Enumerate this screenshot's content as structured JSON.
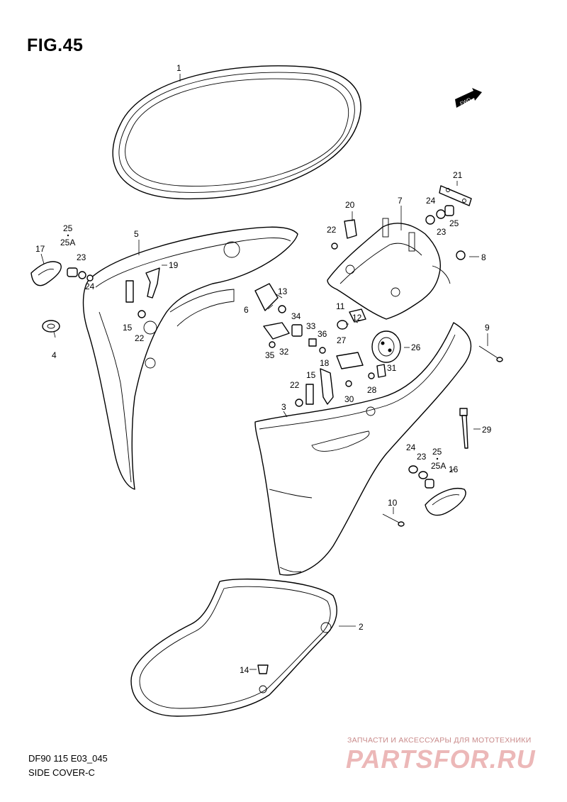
{
  "figure": {
    "title": "FIG.45",
    "code": "DF90 115 E03_045",
    "name": "SIDE COVER-C",
    "fwd_badge": "FWD"
  },
  "watermark": {
    "tagline": "ЗАПЧАСТИ И АКСЕССУАРЫ ДЛЯ МОТОТЕХНИКИ",
    "logo": "PARTSFOR.RU"
  },
  "callouts": {
    "c1": "1",
    "c2": "2",
    "c3": "3",
    "c4": "4",
    "c5": "5",
    "c6": "6",
    "c7": "7",
    "c8": "8",
    "c9": "9",
    "c10": "10",
    "c11": "11",
    "c12": "12",
    "c13": "13",
    "c14": "14",
    "c15a": "15",
    "c15b": "15",
    "c16": "16",
    "c17": "17",
    "c18": "18",
    "c19": "19",
    "c20": "20",
    "c21": "21",
    "c22a": "22",
    "c22b": "22",
    "c22c": "22",
    "c23a": "23",
    "c23b": "23",
    "c23c": "23",
    "c24a": "24",
    "c24b": "24",
    "c24c": "24",
    "c25a": "25",
    "c25b": "25",
    "c25c": "25",
    "c25Aa": "25A",
    "c25Ab": "25A",
    "c26": "26",
    "c27": "27",
    "c28": "28",
    "c29": "29",
    "c30": "30",
    "c31": "31",
    "c32": "32",
    "c33": "33",
    "c34": "34",
    "c35": "35",
    "c36": "36"
  },
  "colors": {
    "line": "#000000",
    "background": "#ffffff",
    "watermark_text": "#c98a8a",
    "watermark_logo": "#ecb8b8"
  }
}
